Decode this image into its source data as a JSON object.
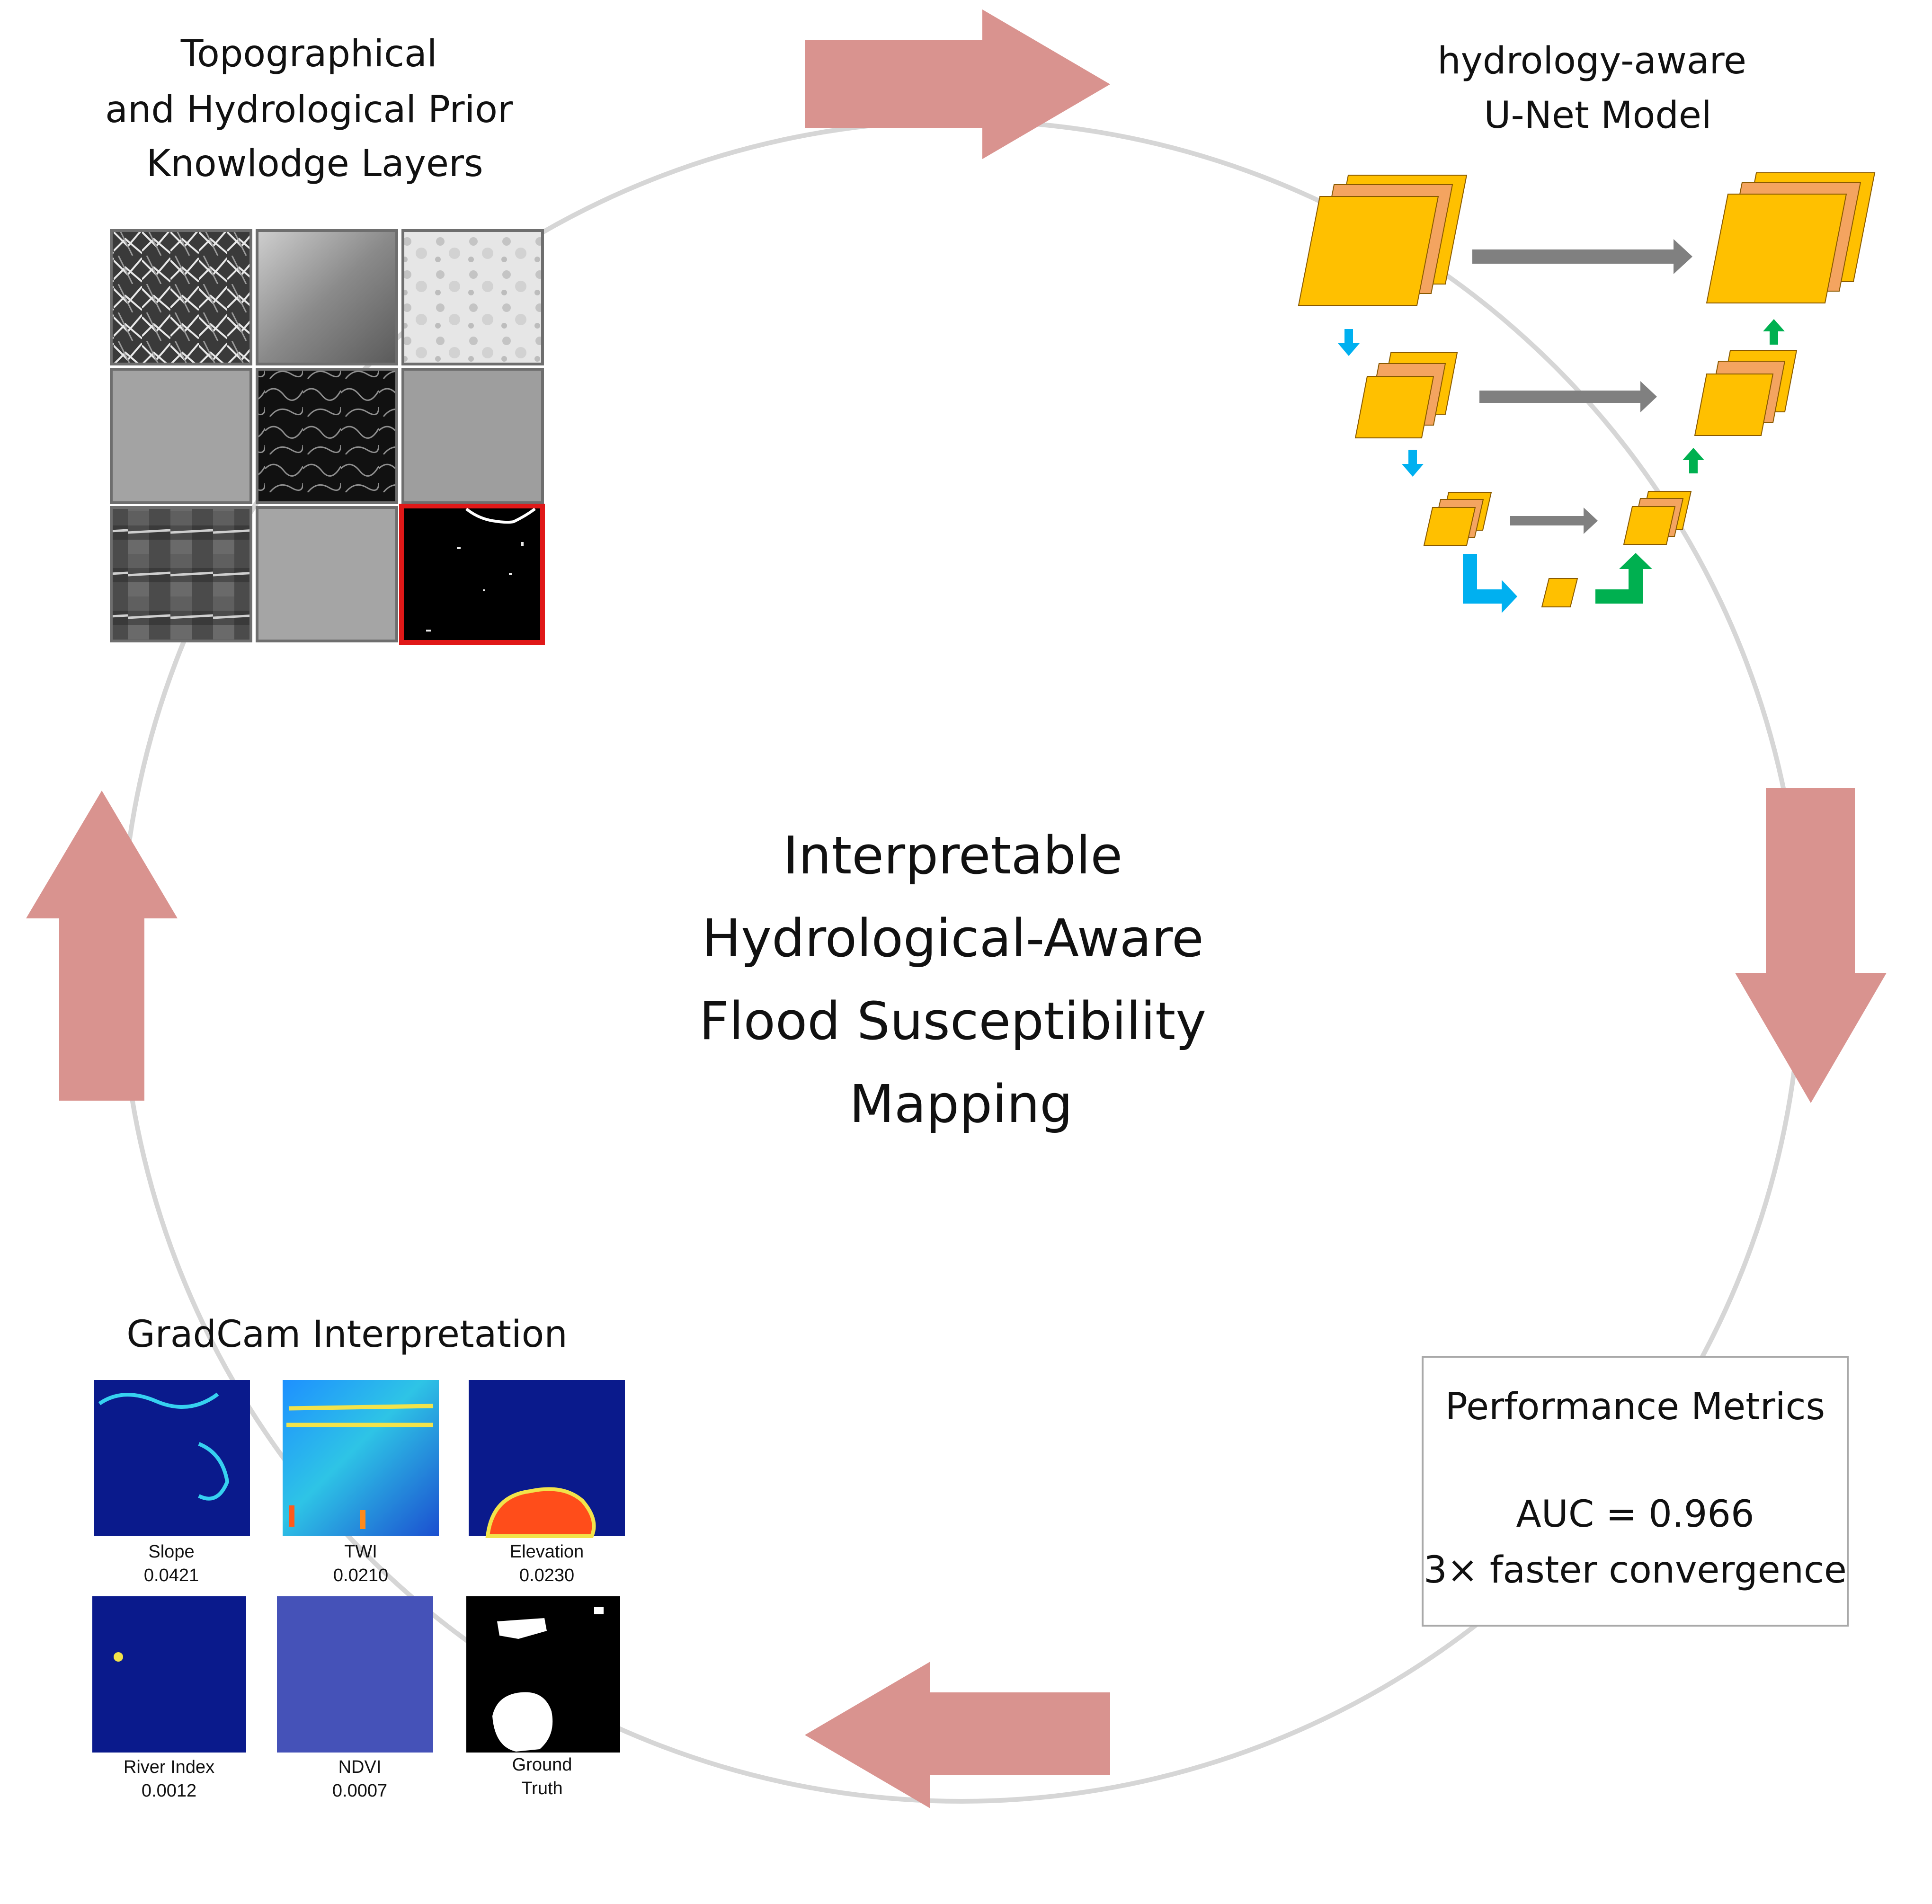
{
  "center_title": [
    "Interpretable",
    "Hydrological-Aware",
    "Flood Susceptibility",
    "Mapping"
  ],
  "prior_knowledge": {
    "title": [
      "Topographical",
      "and Hydrological Prior",
      "Knowlodge Layers"
    ]
  },
  "unet": {
    "title": [
      "hydrology-aware",
      "U-Net Model"
    ]
  },
  "metrics": {
    "title": "Performance Metrics",
    "auc": "AUC = 0.966",
    "convergence": "3× faster convergence"
  },
  "gradcam": {
    "title": "GradCam Interpretation",
    "panels": [
      {
        "name": "Slope",
        "score": "0.0421"
      },
      {
        "name": "TWI",
        "score": "0.0210"
      },
      {
        "name": "Elevation",
        "score": "0.0230"
      },
      {
        "name": "River Index",
        "score": "0.0012"
      },
      {
        "name": "NDVI",
        "score": "0.0007"
      },
      {
        "name": "Ground",
        "score": "Truth"
      }
    ]
  },
  "colors": {
    "cycle_arrow": "#d9938f",
    "circle": "#d6d6d6",
    "block_yellow": "#ffc000",
    "block_orange": "#f4a460",
    "skip_gray": "#808080",
    "down_blue": "#00b0f0",
    "up_green": "#00b050",
    "gradcam_navy": "#0a1a8c"
  }
}
